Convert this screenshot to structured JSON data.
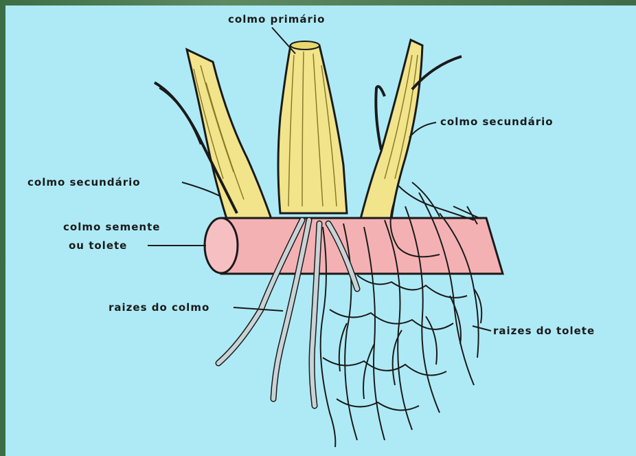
{
  "labels": {
    "colmo_primario": "colmo primário",
    "colmo_secundario_right": "colmo secundário",
    "colmo_secundario_left": "colmo secundário",
    "colmo_semente_line1": "colmo semente",
    "colmo_semente_line2": "ou tolete",
    "raizes_do_colmo": "raizes do colmo",
    "raizes_do_tolete": "raizes do tolete"
  },
  "colors": {
    "background": "#aeeaf5",
    "stalk": "#f1e48a",
    "sett": "#f4b1b4",
    "outline": "#1a1a1a",
    "stalk_roots": "#c9d3d6"
  }
}
